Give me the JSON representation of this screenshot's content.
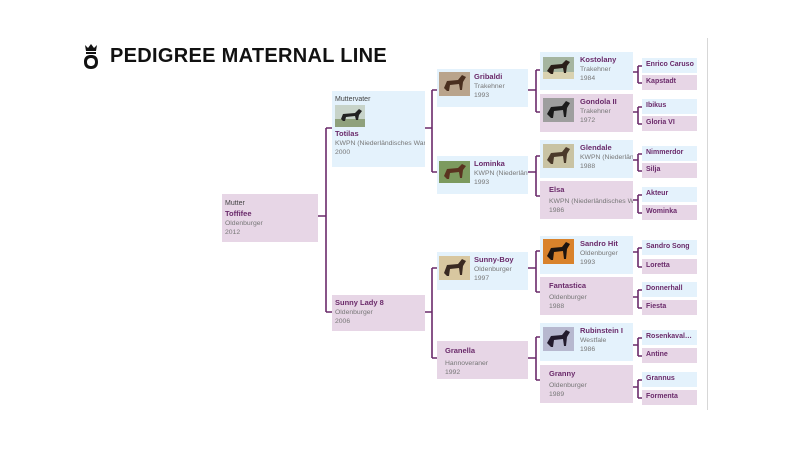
{
  "header": {
    "title": "PEDIGREE MATERNAL LINE"
  },
  "colors": {
    "accent": "#6a2a6a",
    "male_bg": "#e4f2fc",
    "female_bg": "#e7d6e6",
    "line": "#6a2a6a"
  },
  "pedigree": {
    "root": {
      "role": "Mutter",
      "name": "Toffifee",
      "breed": "Oldenburger",
      "year": "2012"
    },
    "gen2": [
      {
        "role": "Muttervater",
        "name": "Totilas",
        "breed": "KWPN (Niederländisches Warmblut)",
        "year": "2000",
        "photo": "horse-photo-icon"
      },
      {
        "name": "Sunny Lady 8",
        "breed": "Oldenburger",
        "year": "2006"
      }
    ],
    "gen3": [
      {
        "name": "Gribaldi",
        "breed": "Trakehner",
        "year": "1993",
        "photo": "horse-photo-icon"
      },
      {
        "name": "Lominka",
        "breed": "KWPN (Niederländisches Warmblut)",
        "year": "1993",
        "photo": "horse-photo-icon"
      },
      {
        "name": "Sunny-Boy",
        "breed": "Oldenburger",
        "year": "1997",
        "photo": "horse-photo-icon"
      },
      {
        "name": "Granella",
        "breed": "Hannoveraner",
        "year": "1992"
      }
    ],
    "gen4": [
      {
        "name": "Kostolany",
        "breed": "Trakehner",
        "year": "1984",
        "photo": "horse-photo-icon"
      },
      {
        "name": "Gondola II",
        "breed": "Trakehner",
        "year": "1972",
        "photo": "horse-photo-icon"
      },
      {
        "name": "Glendale",
        "breed": "KWPN (Niederländisches Warmblut)",
        "year": "1988",
        "photo": "horse-photo-icon"
      },
      {
        "name": "Elsa",
        "breed": "KWPN (Niederländisches Warmblut)",
        "year": "1986"
      },
      {
        "name": "Sandro Hit",
        "breed": "Oldenburger",
        "year": "1993",
        "photo": "horse-photo-icon"
      },
      {
        "name": "Fantastica",
        "breed": "Oldenburger",
        "year": "1988"
      },
      {
        "name": "Rubinstein I",
        "breed": "Westfale",
        "year": "1986",
        "photo": "horse-photo-icon"
      },
      {
        "name": "Granny",
        "breed": "Oldenburger",
        "year": "1989"
      }
    ],
    "gen5": [
      {
        "name": "Enrico Caruso"
      },
      {
        "name": "Kapstadt"
      },
      {
        "name": "Ibikus"
      },
      {
        "name": "Gloria VI"
      },
      {
        "name": "Nimmerdor"
      },
      {
        "name": "Silja"
      },
      {
        "name": "Akteur"
      },
      {
        "name": "Wominka"
      },
      {
        "name": "Sandro Song"
      },
      {
        "name": "Loretta"
      },
      {
        "name": "Donnerhall"
      },
      {
        "name": "Fiesta"
      },
      {
        "name": "Rosenkavalier"
      },
      {
        "name": "Antine"
      },
      {
        "name": "Grannus"
      },
      {
        "name": "Formenta"
      }
    ]
  }
}
